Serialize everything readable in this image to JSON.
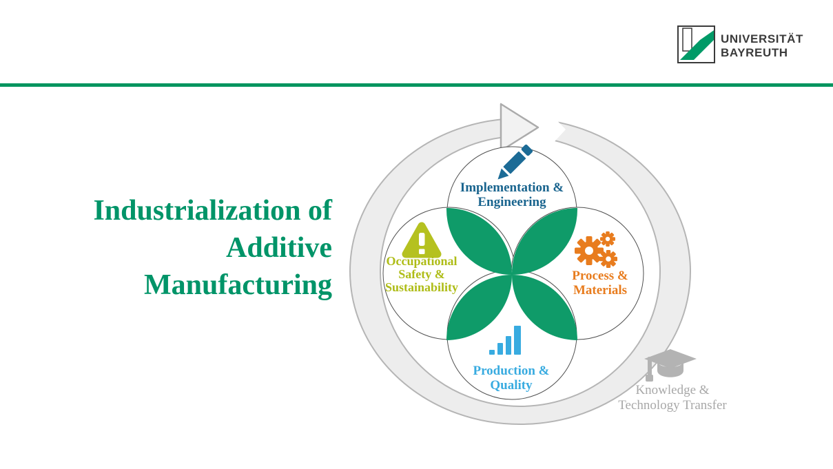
{
  "header": {
    "logo": {
      "line1": "UNIVERSITÄT",
      "line2": "BAYREUTH",
      "mark_color": "#009a67"
    },
    "rule_color": "#00945f"
  },
  "title": {
    "line1": "Industrialization of",
    "line2": "Additive",
    "line3": "Manufacturing",
    "color": "#009468"
  },
  "diagram": {
    "center_petal_color": "#0f9b69",
    "ring": {
      "fill": "#ededed",
      "stroke": "#b5b5b5",
      "direction": "clockwise"
    },
    "segments": [
      {
        "id": "implementation",
        "position": "top",
        "icon": "pencil-icon",
        "color": "#19648e",
        "label_line1": "Implementation &",
        "label_line2": "Engineering"
      },
      {
        "id": "process",
        "position": "right",
        "icon": "gears-icon",
        "color": "#e87c1e",
        "label_line1": "Process &",
        "label_line2": "Materials"
      },
      {
        "id": "production",
        "position": "bottom",
        "icon": "bar-chart-icon",
        "color": "#38abe0",
        "label_line1": "Production &",
        "label_line2": "Quality"
      },
      {
        "id": "safety",
        "position": "left",
        "icon": "warning-icon",
        "color": "#aebc16",
        "label_line1": "Occupational",
        "label_line2": "Safety &",
        "label_line3": "Sustainability"
      }
    ],
    "transfer": {
      "icon": "graduation-cap-icon",
      "color": "#a8a8a8",
      "line1": "Knowledge &",
      "line2": "Technology Transfer"
    }
  }
}
